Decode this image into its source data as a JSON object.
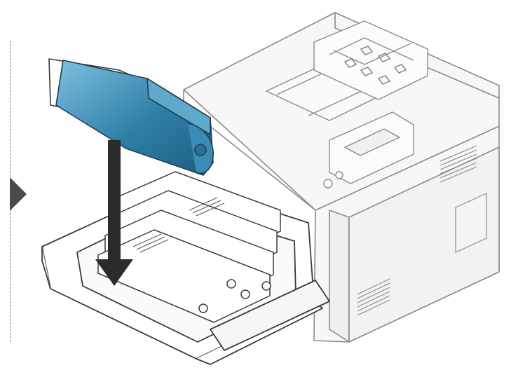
{
  "illustration": {
    "subject": "printer-toner-cartridge-insertion",
    "colors": {
      "line": "#3a3a3a",
      "printer_line": "#8a8a8a",
      "printer_fill": "#f7f7f7",
      "cartridge_fill": "#2f7fa8",
      "cartridge_highlight": "#7fc2df",
      "arrow": "#2b2b2b",
      "step_marker": "#4a4a4a"
    },
    "icons": [
      "step-marker-triangle",
      "insert-direction-arrow"
    ]
  }
}
